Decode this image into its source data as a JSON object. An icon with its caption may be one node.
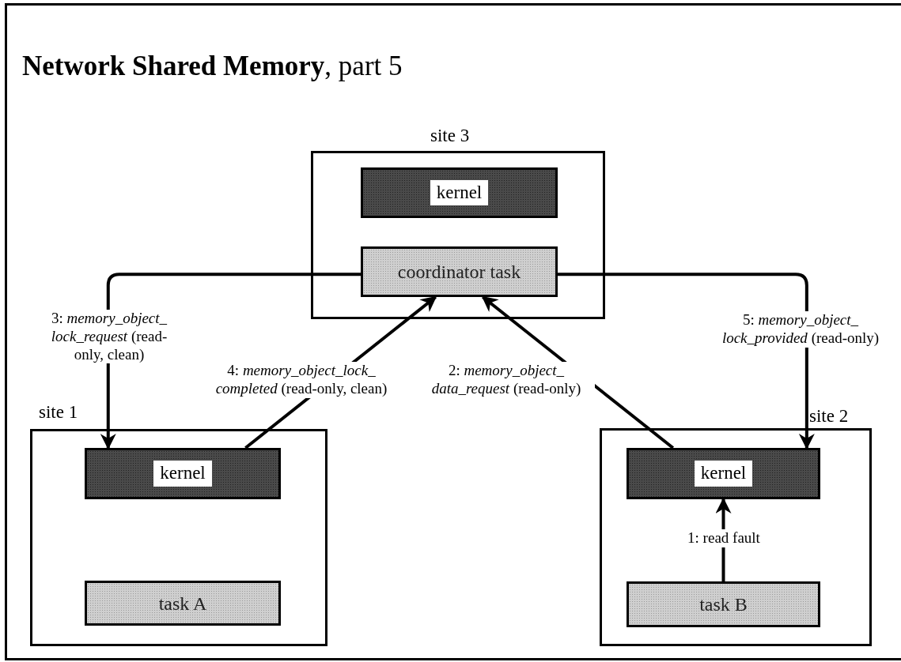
{
  "diagram": {
    "title": "**Network Shared Memory**, part 5",
    "nodes": [
      {
        "text": [
          "site 3"
        ]
      },
      {
        "text": [
          "kernel"
        ],
        "in": 0
      },
      {
        "text": [
          "coordinator task"
        ],
        "in": 0
      },
      {
        "text": [
          "site 1"
        ]
      },
      {
        "text": [
          "kernel"
        ],
        "in": 3
      },
      {
        "text": [
          "task A"
        ],
        "in": 3
      },
      {
        "text": [
          "site 2"
        ]
      },
      {
        "text": [
          "kernel"
        ],
        "in": 6
      },
      {
        "text": [
          "task B"
        ],
        "in": 6
      }
    ],
    "edges": [
      {
        "from": 2,
        "to": 4,
        "arrow": "to",
        "label": "3: *memory_object_ lock_request* (read-only, clean)"
      },
      {
        "from": 4,
        "to": 2,
        "arrow": "to",
        "label": "4: *memory_object_lock_ completed* (read-only, clean)"
      },
      {
        "from": 7,
        "to": 2,
        "arrow": "to",
        "label": "2: *memory_object_ data_request* (read-only)"
      },
      {
        "from": 2,
        "to": 7,
        "arrow": "to",
        "label": "5: *memory_object_ lock_provided* (read-only)"
      },
      {
        "from": 8,
        "to": 7,
        "arrow": "to",
        "label": "1: read fault"
      }
    ]
  }
}
